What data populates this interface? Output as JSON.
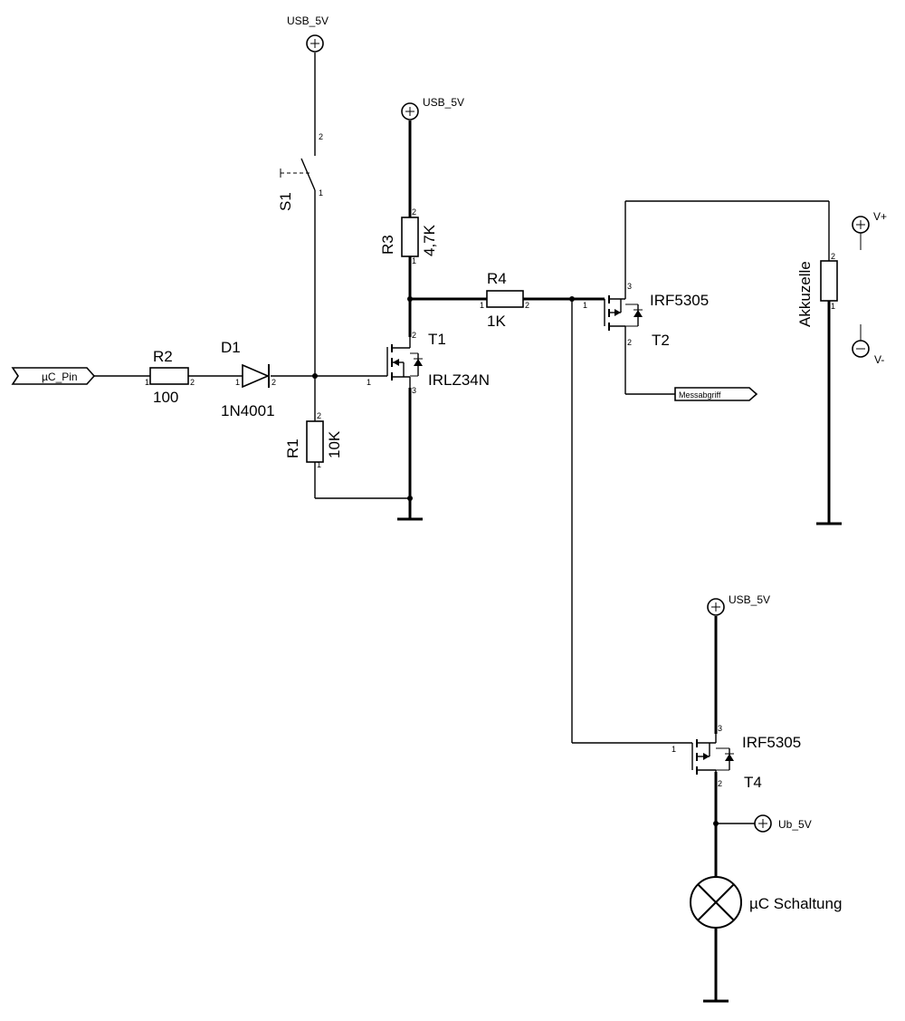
{
  "power": {
    "usb_5v": "USB_5V",
    "ub_5v": "Ub_5V",
    "v_plus": "V+",
    "v_minus": "V-"
  },
  "ports": {
    "uc_pin": "µC_Pin",
    "messabgriff": "Messabgriff"
  },
  "components": {
    "r1": {
      "ref": "R1",
      "value": "10K"
    },
    "r2": {
      "ref": "R2",
      "value": "100"
    },
    "r3": {
      "ref": "R3",
      "value": "4,7K"
    },
    "r4": {
      "ref": "R4",
      "value": "1K"
    },
    "d1": {
      "ref": "D1",
      "value": "1N4001"
    },
    "t1": {
      "ref": "T1",
      "value": "IRLZ34N"
    },
    "t2": {
      "ref": "T2",
      "value": "IRF5305"
    },
    "t4": {
      "ref": "T4",
      "value": "IRF5305"
    },
    "s1": {
      "ref": "S1"
    },
    "akkuzelle": {
      "ref": "Akkuzelle"
    },
    "lamp": {
      "ref": "µC Schaltung"
    }
  },
  "pins": {
    "p1": "1",
    "p2": "2",
    "p3": "3"
  }
}
